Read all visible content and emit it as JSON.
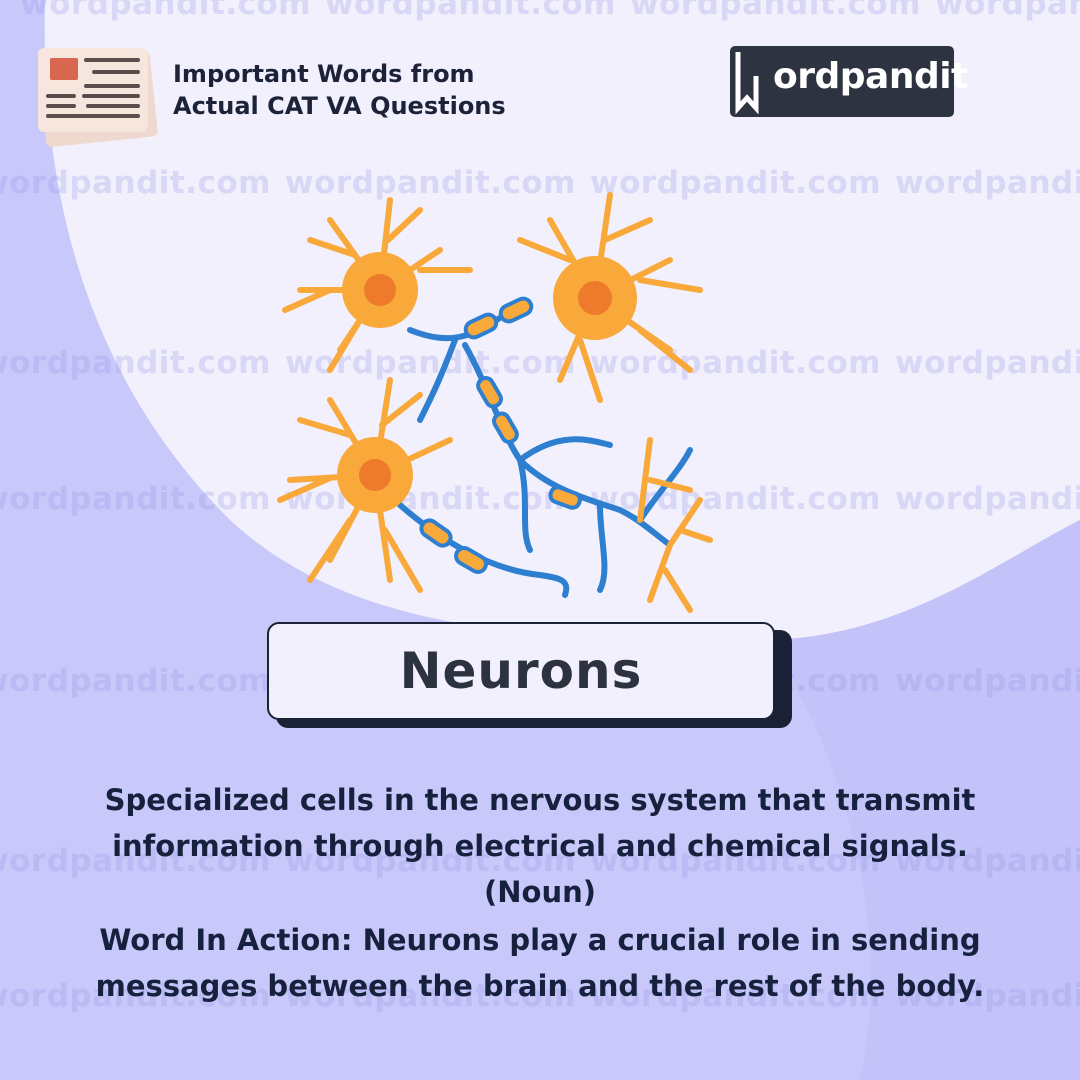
{
  "header": {
    "tagline_line1": "Important Words from",
    "tagline_line2": "Actual CAT VA Questions",
    "logo_text": "ordpandit",
    "logo_full": "Wordpandit"
  },
  "watermark": "wordpandit.com",
  "word": {
    "title": "Neurons",
    "definition_line1": "Specialized cells in the nervous system that transmit",
    "definition_line2": "information through electrical and chemical signals.",
    "part_of_speech": "(Noun)",
    "example_line1": "Word In Action: Neurons play a crucial role in sending",
    "example_line2": "messages between the brain and the rest of the body."
  },
  "colors": {
    "background": "#f1f0fc",
    "blob": "#c9c8fa",
    "text": "#16213e",
    "neuron_body": "#f9a83a",
    "neuron_nucleus": "#ee7a2c",
    "axon": "#2f7fd1"
  }
}
